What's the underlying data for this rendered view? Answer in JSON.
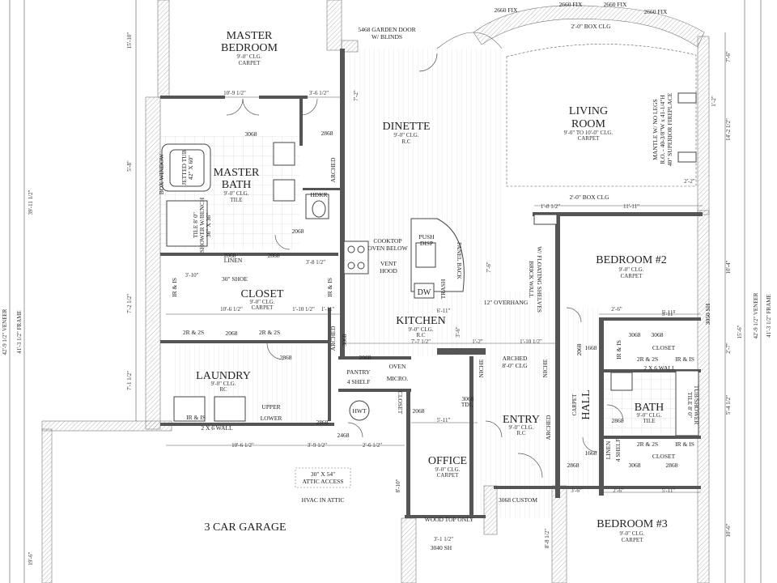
{
  "rooms": {
    "master_bedroom": {
      "name1": "MASTER",
      "name2": "BEDROOM",
      "ceiling": "9'-0\" CLG.",
      "floor": "CARPET"
    },
    "dinette": {
      "name": "DINETTE",
      "ceiling": "9'-0\" CLG.",
      "floor": "R.C"
    },
    "living_room": {
      "name1": "LIVING",
      "name2": "ROOM",
      "ceiling": "9'-0\" TO 10'-0\" CLG.",
      "floor": "CARPET"
    },
    "master_bath": {
      "name1": "MASTER",
      "name2": "BATH",
      "ceiling": "9'-0\" CLG.",
      "floor": "TILE"
    },
    "closet": {
      "name": "CLOSET",
      "ceiling": "9'-0\" CLG.",
      "floor": "CARPET"
    },
    "bedroom2": {
      "name": "BEDROOM #2",
      "ceiling": "9'-0\" CLG.",
      "floor": "CARPET"
    },
    "kitchen": {
      "name": "KITCHEN",
      "ceiling": "9'-0\" CLG.",
      "floor": "R.C"
    },
    "laundry": {
      "name": "LAUNDRY",
      "ceiling": "9'-0\" CLG.",
      "floor": "RC"
    },
    "entry": {
      "name": "ENTRY",
      "ceiling": "9'-0\" CLG.",
      "floor": "R.C"
    },
    "office": {
      "name": "OFFICE",
      "ceiling": "9'-0\" CLG.",
      "floor": "CARPET"
    },
    "bath": {
      "name": "BATH",
      "ceiling": "9'-0\" CLG.",
      "floor": "TILE"
    },
    "hall": {
      "name": "HALL",
      "floor": "CARPET"
    },
    "garage": {
      "name": "3 CAR GARAGE"
    },
    "bedroom3": {
      "name": "BEDROOM #3",
      "ceiling": "9'-0\" CLG.",
      "floor": "CARPET"
    }
  },
  "labels": {
    "garden_door": "5468 GARDEN DOOR",
    "garden_door2": "W/ BLINDS",
    "fix1": "2660 FIX",
    "fix2": "2660 FIX",
    "fix3": "2660 FIX",
    "fix4": "2660 FIX",
    "box_clg_top": "2'-0\" BOX CLG",
    "box_clg_living": "2'-0\" BOX CLG",
    "mantle": "MANTLE W/ NO LEGS",
    "mantle2": "R.O. - 40-3/8\"W x 41-1/4\"H",
    "mantle3": "40\" SUPERIOR FIREPLACE",
    "arched": "ARCHED",
    "box_window": "BOX WINDOW",
    "jetted_tub": "JETTED TUB",
    "jetted_tub2": "42\" X 60\"",
    "shower": "TILE 8' 0\"",
    "shower2": "SHOWER W/BENCH",
    "shower3": "36\" X 36\"",
    "hdkr": "HDKR",
    "linen": "LINEN",
    "shoe": "30\" SHOE",
    "cooktop": "COOKTOP",
    "oven_below": "OVEN BELOW",
    "vent_hood": "VENT",
    "vent_hood2": "HOOD",
    "push_disp": "PUSH",
    "push_disp2": "DISP",
    "panel_back": "PANEL BACK",
    "trash": "TRASH",
    "dw": "DW",
    "overhang": "12\" OVERHANG",
    "brick_wall": "BRICK WALL",
    "brick_wall2": "W/ FLOATING SHELVES",
    "clg_9_0_rc": "9'-0\" CLG.",
    "clg_rc": "R.C",
    "pantry": "PANTRY",
    "four_shelf": "4 SHELF",
    "oven": "OVEN",
    "micro": "MICRO.",
    "niche": "NICHE",
    "niche2": "NICHE",
    "arched_clg": "ARCHED",
    "arched_clg2": "8'-0\" CLG",
    "hwt": "HWT",
    "closet_small": "CLOSET",
    "tdl": "TDL",
    "wood_top": "WOOD TOP ONLY",
    "custom_door": "3068 CUSTOM",
    "sh_3040": "3040 SH",
    "sh_3050": "3050 SH",
    "attic": "30\" X 54\"",
    "attic2": "ATTIC ACCESS",
    "hvac": "HVAC IN ATTIC",
    "upper": "UPPER",
    "lower": "LOWER",
    "wall_2x6": "2 X 6 WALL",
    "wall_2x6_2": "2 X 6 WALL",
    "ir_is_1": "IR & IS",
    "ir_is_2": "IR & IS",
    "ir_is_3": "IR & IS",
    "ir_is_4": "IR & IS",
    "ir_is_5": "IR & IS",
    "ir_is_6": "IR & IS",
    "r2s_1": "2R & 2S",
    "r2s_2": "2R & 2S",
    "r2s_3": "2R & 2S",
    "r2s_4": "2R & 2S",
    "closet_b2": "CLOSET",
    "closet_b3": "CLOSET",
    "linen_1668a": "1668",
    "linen_1668b": "1668",
    "four_shelf2": "4 SHELF",
    "linen2": "LINEN",
    "carpet_hall": "CARPET",
    "ceil_hall": "9'-0\" CLG.",
    "tub_shower": "TILE 8' 0\"",
    "tub_shower2": "TUB/SHOWER",
    "arched_entry": "ARCHED",
    "arched_left": "ARCHED",
    "arched_mb": "ARCHED"
  },
  "doors": [
    "3068",
    "2868",
    "2068",
    "2068",
    "2868",
    "2068",
    "2868",
    "3068",
    "2868",
    "2068",
    "2468",
    "2068",
    "3068",
    "3068",
    "2868",
    "3068",
    "3068",
    "2868",
    "2868",
    "2068"
  ],
  "dims": {
    "d1": "10'-9 1/2\"",
    "d2": "3'-6 1/2\"",
    "d3": "7'-2\"",
    "d4": "3'-10\"",
    "d5": "3'-8 1/2\"",
    "d6": "10'-6 1/2\"",
    "d7": "1'-10 1/2\"",
    "d8": "1'-11\"",
    "d9": "6'-11\"",
    "d10": "7'-7 1/2\"",
    "d11": "1'-2\"",
    "d12": "3'-6\"",
    "d13": "1'-10 1/2\"",
    "d14": "5'-11\"",
    "d15": "2'-6\"",
    "d16": "5'-11\"",
    "d17": "3'-6\"",
    "d18": "10'-6 1/2\"",
    "d19": "3'-9 1/2\"",
    "d20": "2'-6 1/2\"",
    "d21": "5'-11\"",
    "d22": "11'-11\"",
    "d23": "1'-8 1/2\"",
    "d24": "2'-6\"",
    "d25": "5'-11\"",
    "d26": "7'-6\"",
    "d27": "15'-10\"",
    "d28": "39'-11 1/2\"",
    "d29": "7'-2 1/2\"",
    "d30": "7'-1 1/2\"",
    "d31": "42'-9 1/2\" VENEER",
    "d32": "41'-3 1/2\" FRAME",
    "d33": "15'-6\"",
    "d34": "10'-4\"",
    "d35": "2'-7\"",
    "d36": "5'-4 1/2\"",
    "d37": "10'-6\"",
    "d38": "42'-9 1/2\" VENEER",
    "d39": "41'-3 1/2\" FRAME",
    "d40": "19'-6\"",
    "d41": "8'-10\"",
    "d42": "8'-8 1/2\"",
    "d43": "3'-1 1/2\"",
    "d44": "7'-6\"",
    "d45": "5'-8\"",
    "d46": "14'-2 1/2\"",
    "d47": "1'-2\"",
    "d48": "2'-2\""
  }
}
